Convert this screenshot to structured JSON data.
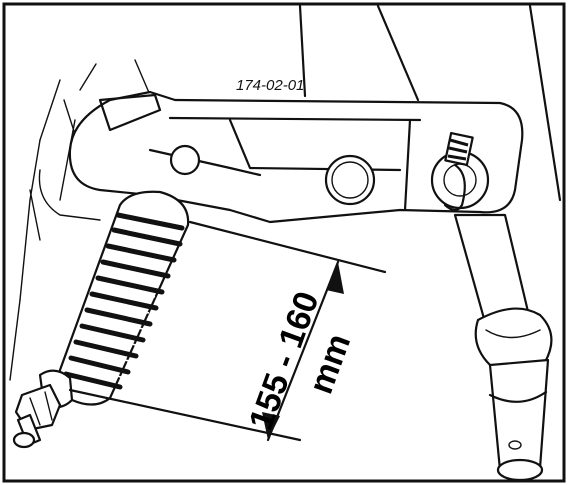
{
  "figure": {
    "reference_code": "174-02-01",
    "dimension_range": "155 - 160",
    "dimension_unit": "mm"
  },
  "icons": {
    "spring": "coil-spring-icon",
    "bolt": "adjusting-bolt-icon",
    "lever": "lever-arm-icon",
    "pin": "pivot-pin-icon",
    "clip": "retaining-clip-icon",
    "shaft": "shaft-icon"
  }
}
